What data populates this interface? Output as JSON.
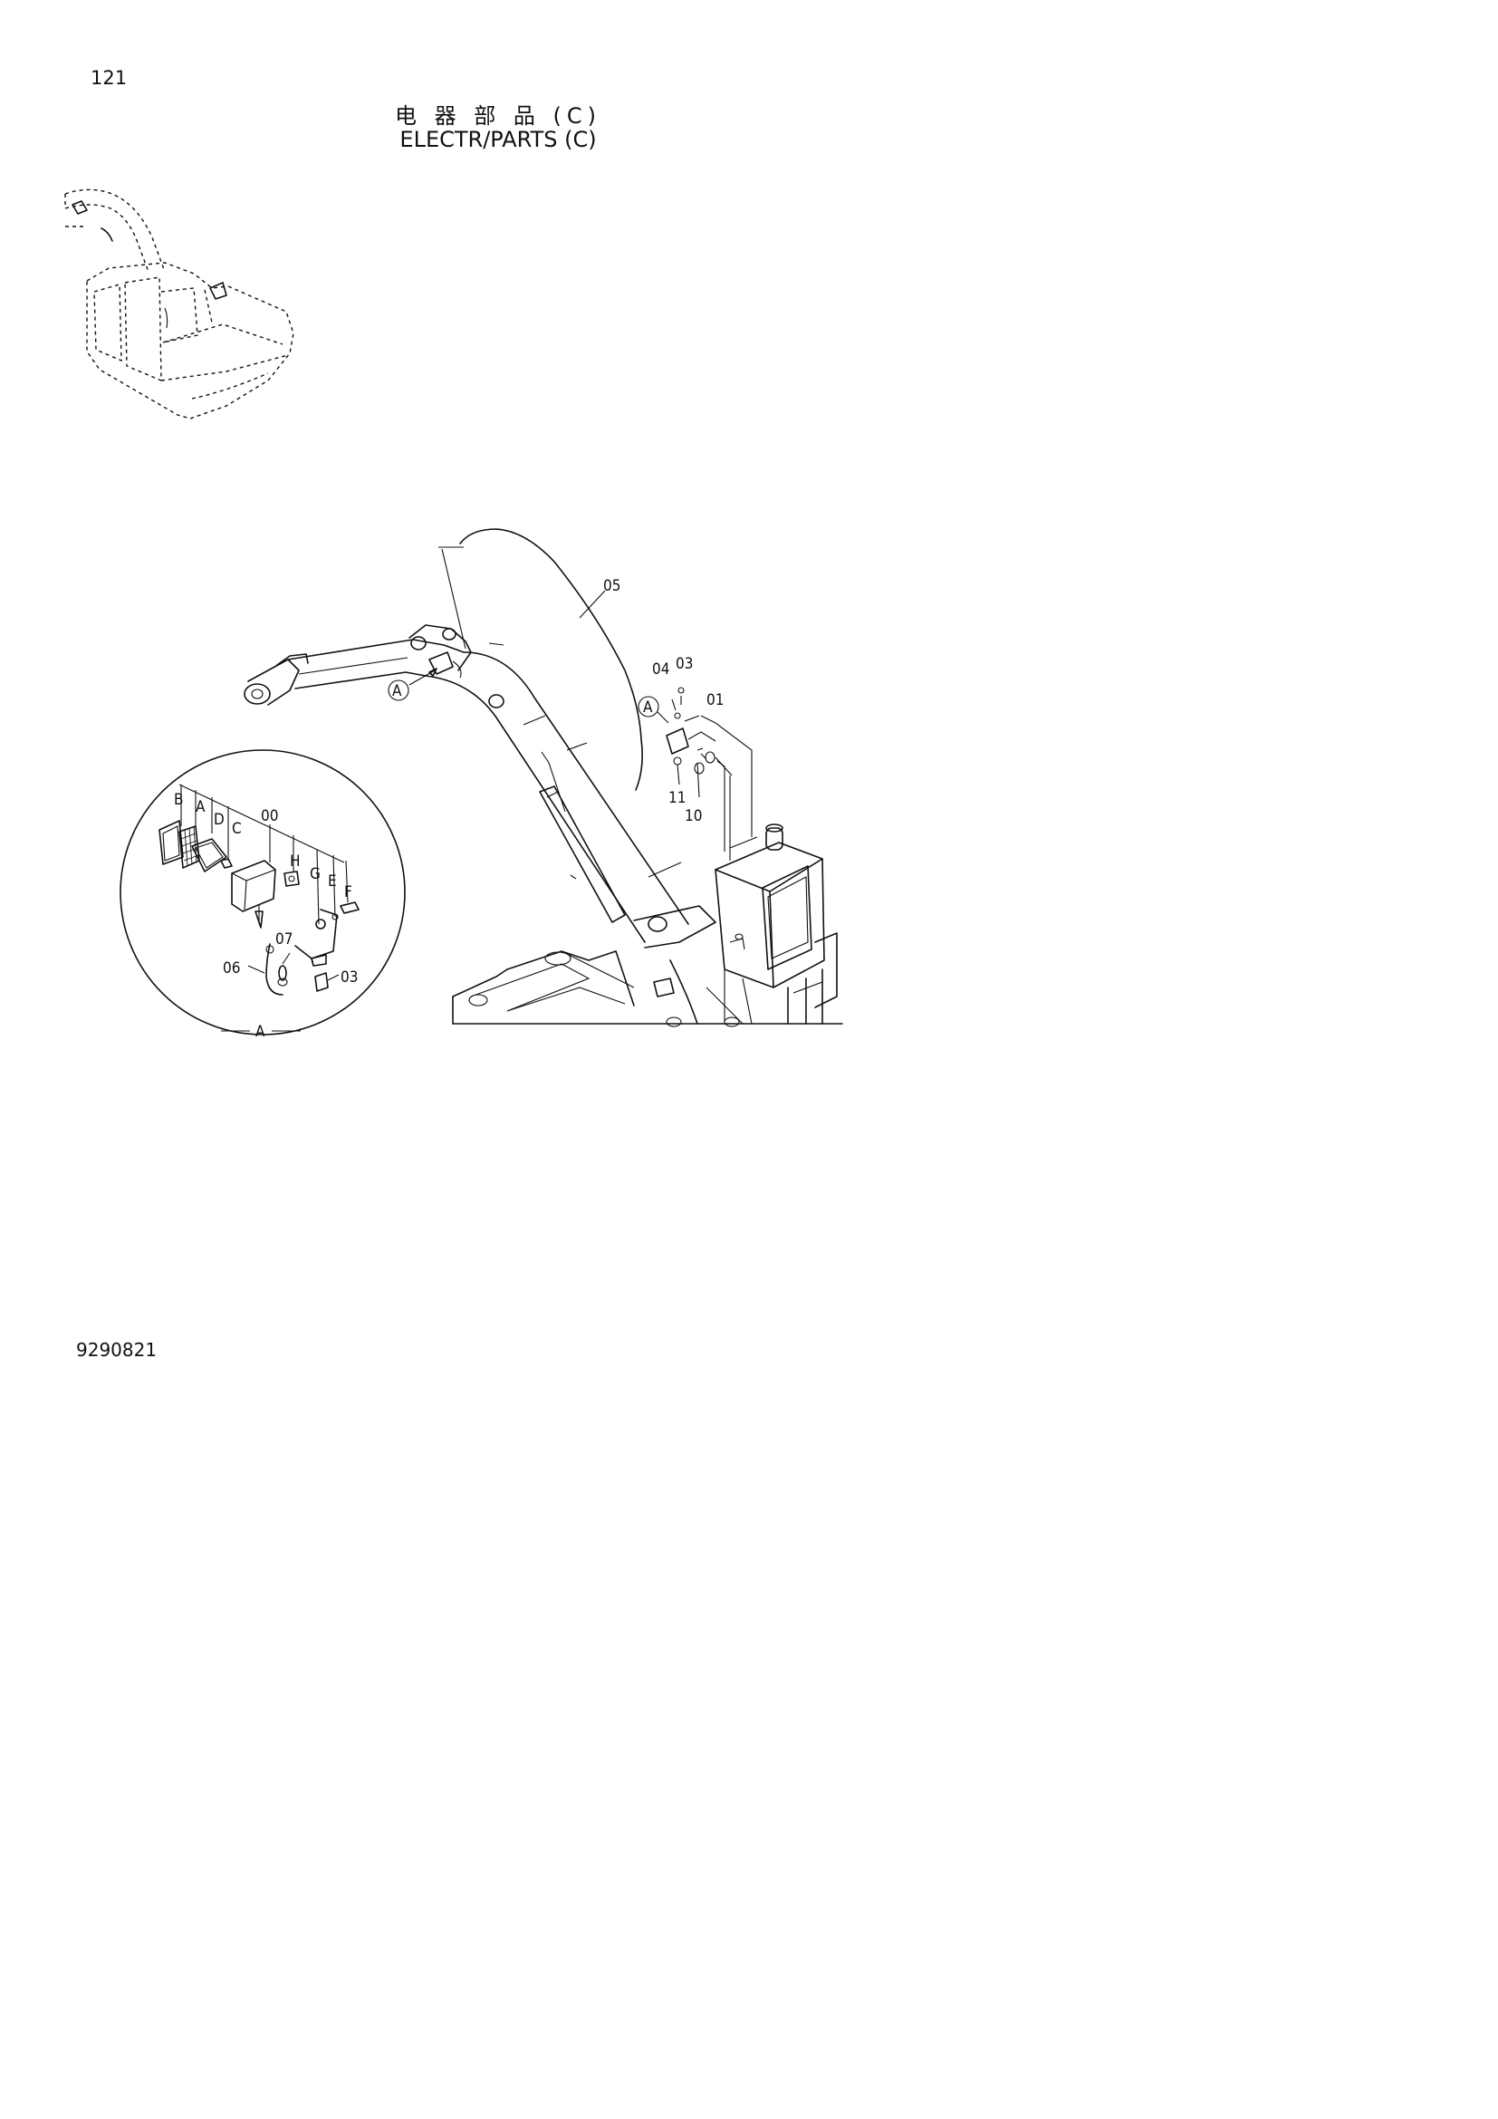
{
  "page_number": "121",
  "title_cn": "电 器 部 品 (C)",
  "title_en": "ELECTR/PARTS (C)",
  "doc_code": "9290821",
  "callouts": {
    "c05": "05",
    "c04": "04",
    "c03_top": "03",
    "c01": "01",
    "c11": "11",
    "c10": "10",
    "view_a_boom": "A",
    "view_a_frame": "A"
  },
  "detail_a": {
    "B": "B",
    "A": "A",
    "D": "D",
    "C": "C",
    "c00": "00",
    "H": "H",
    "G": "G",
    "E": "E",
    "F": "F",
    "c07": "07",
    "c06": "06",
    "c03": "03",
    "view_label": "A"
  }
}
